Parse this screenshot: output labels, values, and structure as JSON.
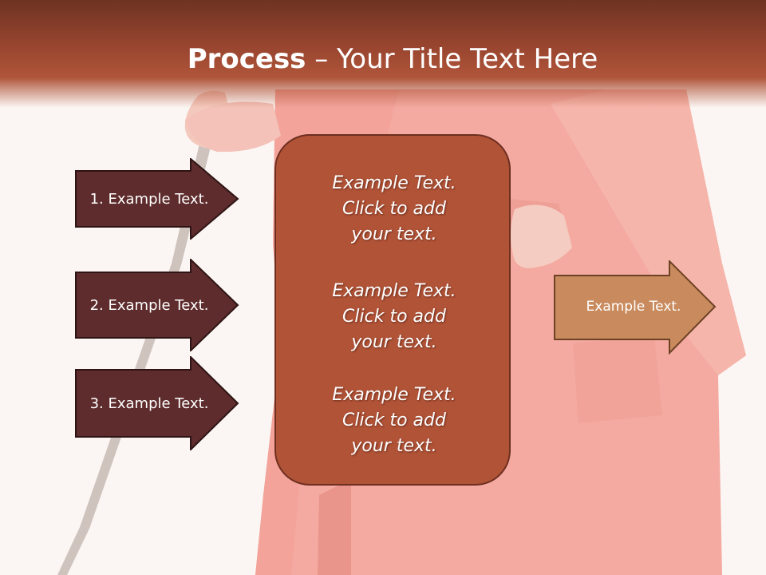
{
  "slide": {
    "title_bold": "Process",
    "title_rest": " – Your Title Text Here",
    "left_arrows": [
      {
        "label": "1. Example Text."
      },
      {
        "label": "2. Example Text."
      },
      {
        "label": "3. Example Text."
      }
    ],
    "center_box": {
      "paragraphs": [
        {
          "lines": [
            "Example Text.",
            "Click  to add",
            "your text."
          ]
        },
        {
          "lines": [
            "Example Text.",
            "Click  to add",
            "your text."
          ]
        },
        {
          "lines": [
            "Example Text.",
            "Click  to add",
            "your text."
          ]
        }
      ]
    },
    "right_arrow": {
      "label": "Example Text."
    }
  },
  "colors": {
    "header": "#9a4630",
    "left_arrow_fill": "#5e2c2c",
    "center_box_fill": "#b15337",
    "right_arrow_fill": "#c98b5e",
    "background_figure": "#f3a9a1"
  },
  "icons": {
    "background": "woman-in-red-coat-image"
  }
}
